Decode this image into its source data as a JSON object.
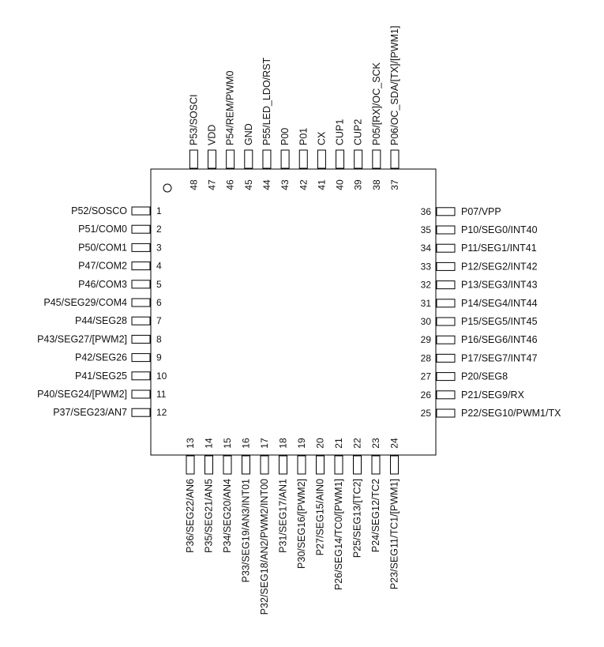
{
  "chip": {
    "pins_left": [
      {
        "number": "1",
        "name": "P52/SOSCO"
      },
      {
        "number": "2",
        "name": "P51/COM0"
      },
      {
        "number": "3",
        "name": "P50/COM1"
      },
      {
        "number": "4",
        "name": "P47/COM2"
      },
      {
        "number": "5",
        "name": "P46/COM3"
      },
      {
        "number": "6",
        "name": "P45/SEG29/COM4"
      },
      {
        "number": "7",
        "name": "P44/SEG28"
      },
      {
        "number": "8",
        "name": "P43/SEG27/[PWM2]"
      },
      {
        "number": "9",
        "name": "P42/SEG26"
      },
      {
        "number": "10",
        "name": "P41/SEG25"
      },
      {
        "number": "11",
        "name": "P40/SEG24/[PWM2]"
      },
      {
        "number": "12",
        "name": "P37/SEG23/AN7"
      }
    ],
    "pins_bottom": [
      {
        "number": "13",
        "name": "P36/SEG22/AN6"
      },
      {
        "number": "14",
        "name": "P35/SEG21/AN5"
      },
      {
        "number": "15",
        "name": "P34/SEG20/AN4"
      },
      {
        "number": "16",
        "name": "P33/SEG19/AN3/INT01"
      },
      {
        "number": "17",
        "name": "P32/SEG18/AN2/PWM2/INT00"
      },
      {
        "number": "18",
        "name": "P31/SEG17/AN1"
      },
      {
        "number": "19",
        "name": "P30/SEG16/[PWM2]"
      },
      {
        "number": "20",
        "name": "P27/SEG15/AIN0"
      },
      {
        "number": "21",
        "name": "P26/SEG14/TC0/[PWM1]"
      },
      {
        "number": "22",
        "name": "P25/SEG13/[TC2]"
      },
      {
        "number": "23",
        "name": "P24/SEG12/TC2"
      },
      {
        "number": "24",
        "name": "P23/SEG11/TC1/[PWM1]"
      }
    ],
    "pins_right": [
      {
        "number": "25",
        "name": "P22/SEG10/PWM1/TX"
      },
      {
        "number": "26",
        "name": "P21/SEG9/RX"
      },
      {
        "number": "27",
        "name": "P20/SEG8"
      },
      {
        "number": "28",
        "name": "P17/SEG7/INT47"
      },
      {
        "number": "29",
        "name": "P16/SEG6/INT46"
      },
      {
        "number": "30",
        "name": "P15/SEG5/INT45"
      },
      {
        "number": "31",
        "name": "P14/SEG4/INT44"
      },
      {
        "number": "32",
        "name": "P13/SEG3/INT43"
      },
      {
        "number": "33",
        "name": "P12/SEG2/INT42"
      },
      {
        "number": "34",
        "name": "P11/SEG1/INT41"
      },
      {
        "number": "35",
        "name": "P10/SEG0/INT40"
      },
      {
        "number": "36",
        "name": "P07/VPP"
      }
    ],
    "pins_top": [
      {
        "number": "37",
        "name": "P06/OC_SDA/[TX]/[PWM1]"
      },
      {
        "number": "38",
        "name": "P05/[RX]/OC_SCK"
      },
      {
        "number": "39",
        "name": "CUP2"
      },
      {
        "number": "40",
        "name": "CUP1"
      },
      {
        "number": "41",
        "name": "CX"
      },
      {
        "number": "42",
        "name": "P01"
      },
      {
        "number": "43",
        "name": "P00"
      },
      {
        "number": "44",
        "name": "P55/LED_LDO/RST"
      },
      {
        "number": "45",
        "name": "GND"
      },
      {
        "number": "46",
        "name": "P54/REM/PWM0"
      },
      {
        "number": "47",
        "name": "VDD"
      },
      {
        "number": "48",
        "name": "P53/SOSCI"
      }
    ]
  }
}
